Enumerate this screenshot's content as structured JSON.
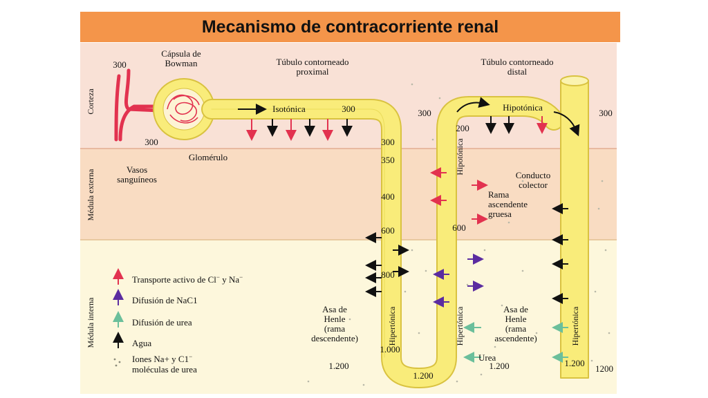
{
  "title": "Mecanismo de contracorriente renal",
  "zones": {
    "corteza": "Corteza",
    "medula_externa": "Médula externa",
    "medula_interna": "Médula interna"
  },
  "colors": {
    "corteza_bg": "#f9e1d6",
    "medula_externa_bg": "#f9dcc2",
    "medula_interna_bg": "#fdf7dc",
    "tubule": "#f9ec7a",
    "tubule_border": "#d9c240",
    "vessel": "#e2324f",
    "active_transport": "#e2324f",
    "nacl_diffusion": "#5b2ca0",
    "urea_diffusion": "#6bbf9b",
    "water": "#111111",
    "title_bar": "#f4954a"
  },
  "labels": {
    "capsula_line1": "Cápsula de",
    "capsula_line2": "Bowman",
    "tcp_line1": "Túbulo contorneado",
    "tcp_line2": "proximal",
    "tcd_line1": "Túbulo contorneado",
    "tcd_line2": "distal",
    "glomerulo": "Glomérulo",
    "vasos_line1": "Vasos",
    "vasos_line2": "sanguíneos",
    "isotonica": "Isotónica",
    "hipotonica_h": "Hipotónica",
    "hipotonica_v": "Hipotónica",
    "conducto_line1": "Conducto",
    "conducto_line2": "colector",
    "rama_line1": "Rama",
    "rama_line2": "ascendente",
    "rama_line3": "gruesa",
    "asa_desc_line1": "Asa de",
    "asa_desc_line2": "Henle",
    "asa_desc_line3": "(rama",
    "asa_desc_line4": "descendente)",
    "asa_asc_line1": "Asa de",
    "asa_asc_line2": "Henle",
    "asa_asc_line3": "(rama",
    "asa_asc_line4": "ascendente)",
    "hipertonica_desc": "Hipertónica",
    "hipertonica_asc": "Hipertónica",
    "hipertonica_col": "Hipertónica",
    "urea": "Urea"
  },
  "osmolarity": {
    "o300_vessel": "300",
    "o300_capsule": "300",
    "o300_pct": "300",
    "o300_mid": "300",
    "o300_right": "300",
    "o300_desc": "300",
    "o350": "350",
    "o400": "400",
    "o600_desc": "600",
    "o600_asc": "600",
    "o800": "800",
    "o1000": "1.000",
    "o1200_left": "1.200",
    "o1200_bottom": "1.200",
    "o1200_mid": "1.200",
    "o1200_col": "1.200",
    "o1200_right": "1200",
    "o200": "200"
  },
  "legend": [
    {
      "label": "Transporte activo de Cl",
      "suffix": " y Na",
      "color": "#e2324f"
    },
    {
      "label": "Difusión de NaC1",
      "color": "#5b2ca0"
    },
    {
      "label": "Difusión de urea",
      "color": "#6bbf9b"
    },
    {
      "label": "Agua",
      "color": "#111111"
    },
    {
      "label": "Iones Na+ y C1",
      "line2": "moléculas de urea"
    }
  ],
  "legend_superscript": "−"
}
